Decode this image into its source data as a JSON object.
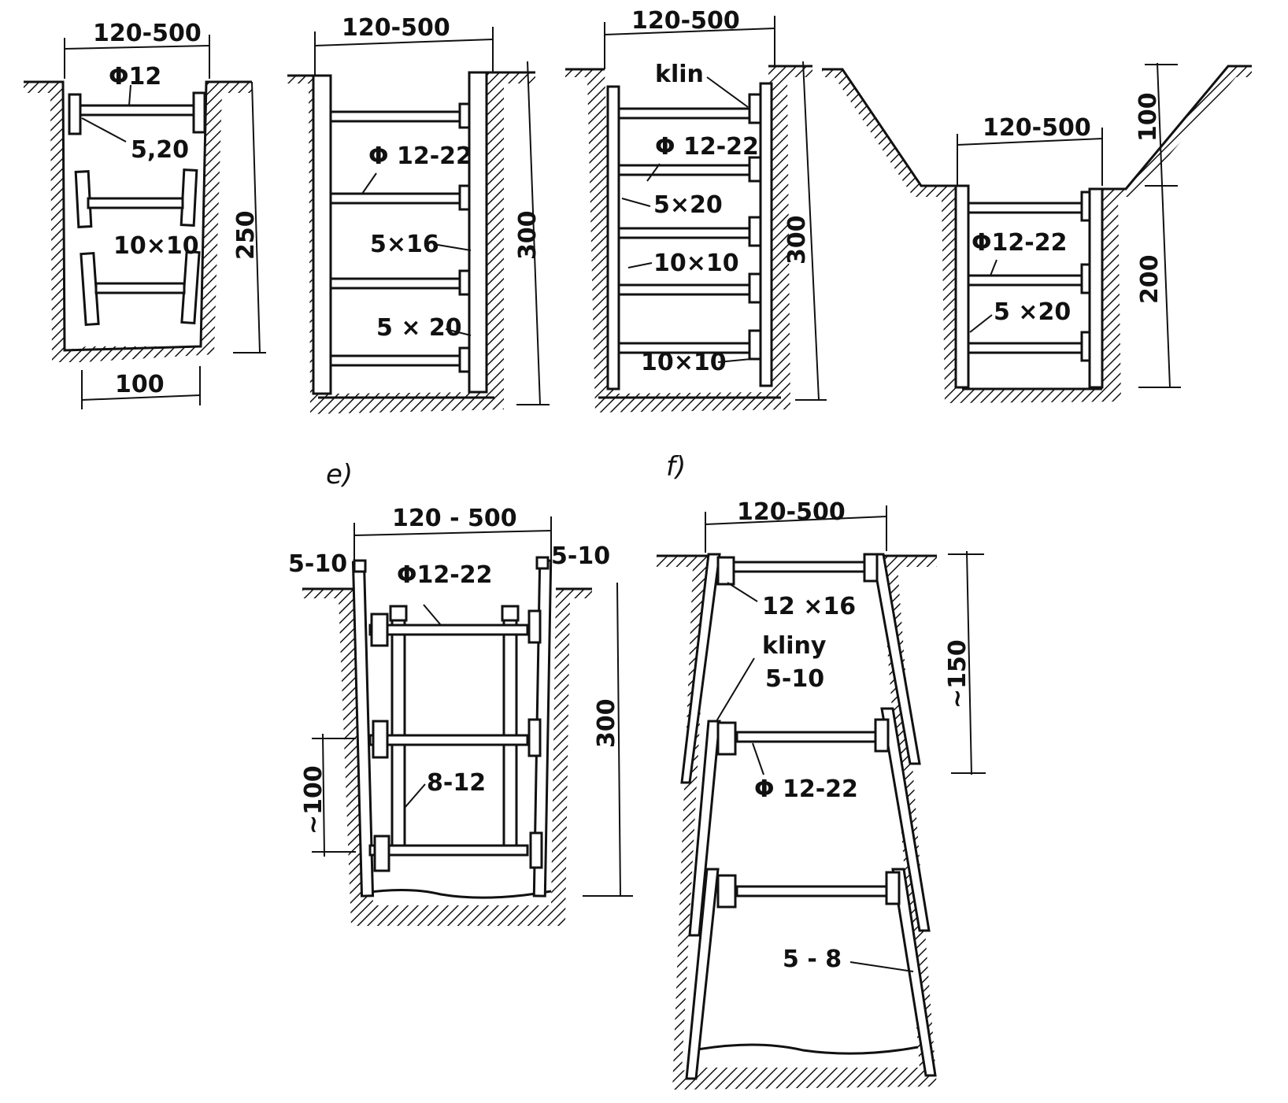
{
  "colors": {
    "ink": "#111111",
    "paper": "#ffffff"
  },
  "figures": {
    "a": {
      "width_dim": "120-500",
      "rod": "Φ12",
      "board": "5,20",
      "post": "10×10",
      "depth_dim": "250",
      "bottom_dim": "100"
    },
    "b": {
      "width_dim": "120-500",
      "rod": "Φ 12-22",
      "plank": "5×16",
      "board": "5 × 20",
      "depth_dim": "300"
    },
    "c": {
      "width_dim": "120-500",
      "wedge": "klin",
      "rod": "Φ 12-22",
      "board": "5×20",
      "post_upper": "10×10",
      "post_lower": "10×10",
      "depth_dim": "300"
    },
    "d": {
      "width_dim": "120-500",
      "rod": "Φ12-22",
      "board": "5 ×20",
      "slope_dim": "100",
      "depth_dim": "200"
    },
    "e": {
      "label": "e)",
      "width_dim": "120 - 500",
      "rod": "Φ12-22",
      "gap_left": "5-10",
      "gap_right": "5-10",
      "post": "8-12",
      "spacing_dim": "~100",
      "depth_dim": "300"
    },
    "f": {
      "label": "f)",
      "width_dim": "120-500",
      "beam": "12 ×16",
      "wedges_line1": "kliny",
      "wedges_line2": "5-10",
      "rod": "Φ 12-22",
      "plank": "5 - 8",
      "spacing_dim": "~150"
    }
  }
}
